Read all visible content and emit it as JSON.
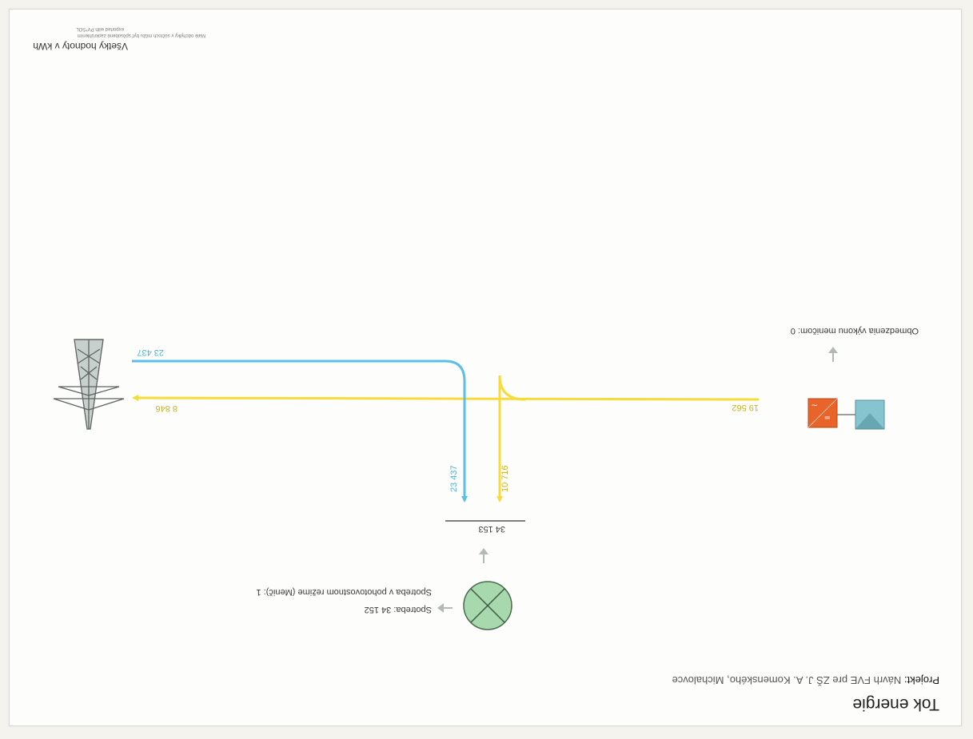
{
  "title": "Tok energie",
  "project": {
    "label": "Projekt:",
    "name": "Návrh FVE pre ZŠ J. A. Komenského, Michalovce"
  },
  "consumer": {
    "consumption": "Spotreba: 34 152",
    "standby": "Spotreba v pohotovostnom režime (Menič): 1"
  },
  "bus_total": "34 153",
  "flows": {
    "grid_to_load": "23 437",
    "grid_in": "23 437",
    "pv_to_load": "10 716",
    "pv_to_grid": "8 846",
    "pv_total": "19 562"
  },
  "inverter_limit": "Obmedzenia výkonu meničom: 0",
  "footer": {
    "units": "Všetky hodnoty v kWh",
    "note_line1": "Malé odchýlky v súčtoch môžu byť spôsobené zaokrúhlením",
    "note_line2": "exported with PV*SOL"
  },
  "colors": {
    "solar": "#f5dc3a",
    "grid": "#5bc0e8",
    "arrow_gray": "#b4b9b4",
    "inverter": "#e8642a",
    "panel": "#86c4cf",
    "consumer": "#a8d9ae"
  }
}
